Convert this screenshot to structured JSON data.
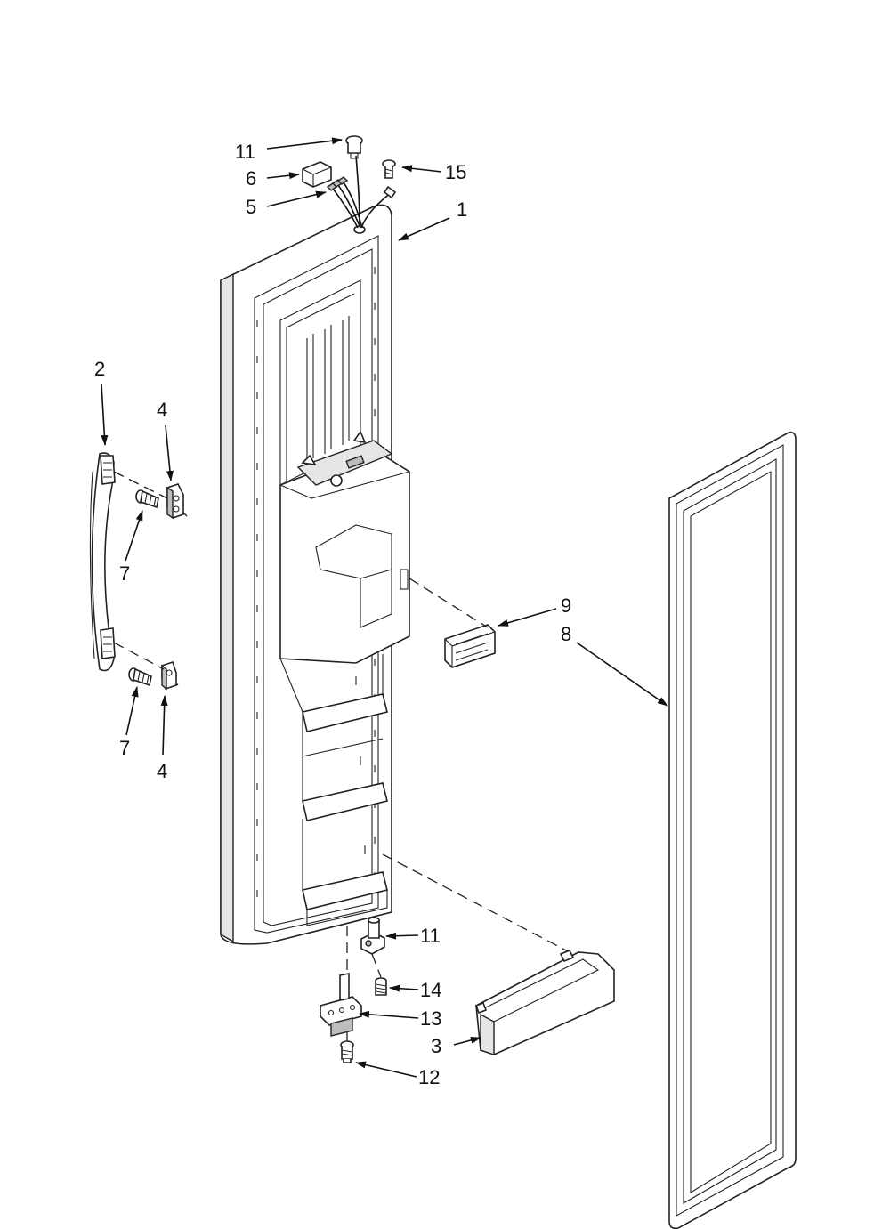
{
  "callouts": {
    "c11_top": "11",
    "c6": "6",
    "c5": "5",
    "c15": "15",
    "c1": "1",
    "c2": "2",
    "c4_top": "4",
    "c7_top": "7",
    "c9": "9",
    "c8": "8",
    "c7_bottom": "7",
    "c4_bottom": "4",
    "c11_bottom": "11",
    "c14": "14",
    "c13": "13",
    "c3": "3",
    "c12": "12"
  }
}
